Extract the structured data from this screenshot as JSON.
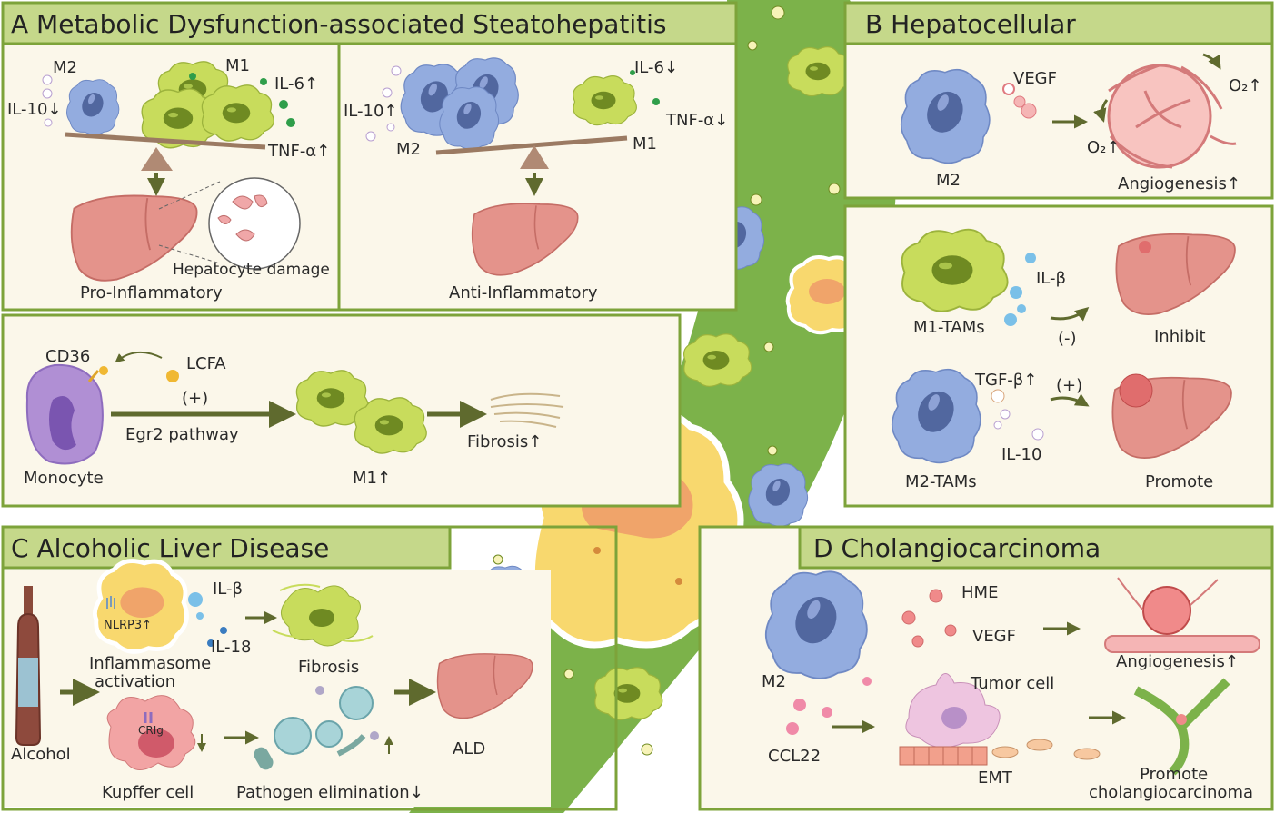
{
  "panel_a": {
    "header": "A  Metabolic Dysfunction-associated Steatohepatitis",
    "pro": {
      "m2": "M2",
      "m1": "M1",
      "il10": "IL-10↓",
      "il6": "IL-6↑",
      "tnf": "TNF-α↑",
      "damage": "Hepatocyte damage",
      "caption": "Pro-Inflammatory"
    },
    "anti": {
      "il6": "IL-6↓",
      "il10": "IL-10↑",
      "tnf": "TNF-α↓",
      "m2": "M2",
      "m1": "M1",
      "caption": "Anti-Inflammatory"
    },
    "mono": {
      "cd36": "CD36",
      "lcfa": "LCFA",
      "plus": "(+)",
      "pathway": "Egr2 pathway",
      "monocyte": "Monocyte",
      "m1": "M1↑",
      "fibrosis": "Fibrosis↑"
    }
  },
  "panel_b": {
    "header": "B  Hepatocellular",
    "top": {
      "vegf": "VEGF",
      "m2": "M2",
      "o2_right": "O₂↑",
      "o2_left": "O₂↑",
      "angiogenesis": "Angiogenesis↑"
    },
    "bottom": {
      "ilb": "IL-β",
      "m1tams": "M1-TAMs",
      "minus": "(-)",
      "inhibit": "Inhibit",
      "tgfb": "TGF-β↑",
      "plus": "(+)",
      "il10": "IL-10",
      "m2tams": "M2-TAMs",
      "promote": "Promote"
    }
  },
  "panel_c": {
    "header": "C  Alcoholic Liver Disease",
    "nlrp3": "NLRP3↑",
    "ilb": "IL-β",
    "il18": "IL-18",
    "inflammasome_1": "Inflammasome",
    "inflammasome_2": "activation",
    "fibrosis": "Fibrosis",
    "alcohol": "Alcohol",
    "crig": "CRIg",
    "kupffer": "Kupffer cell",
    "pathogen": "Pathogen elimination↓",
    "ald": "ALD"
  },
  "panel_d": {
    "header": "D  Cholangiocarcinoma",
    "hme": "HME",
    "vegf": "VEGF",
    "angiogenesis": "Angiogenesis↑",
    "m2": "M2",
    "tumor": "Tumor cell",
    "ccl22": "CCL22",
    "emt": "EMT",
    "promote_1": "Promote",
    "promote_2": "cholangiocarcinoma"
  },
  "colors": {
    "panel_border": "#7da33a",
    "header_bg": "#c5d88a",
    "panel_bg": "#fbf7ea",
    "band": "#7cb24a",
    "m1": "#c7db5a",
    "m2": "#8fa8dc",
    "liver": "#e08c86",
    "arrow": "#5f6a2e",
    "yellow_cell": "#f8d86e",
    "tumor": "#eec5e0"
  }
}
